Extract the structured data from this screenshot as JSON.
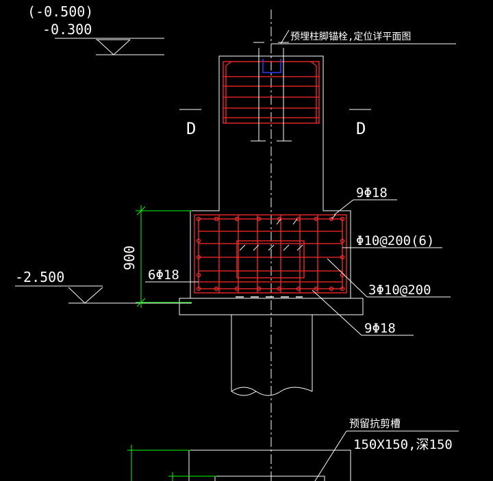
{
  "drawing": {
    "elevations": {
      "top_paren": "(-0.500)",
      "top": "-0.300",
      "bottom": "-2.500"
    },
    "section_marks": {
      "left": "D",
      "right": "D"
    },
    "dimension": "900",
    "notes": {
      "anchor_bolt": "预埋柱脚锚栓,定位详平面图",
      "top_bars": "9Φ18",
      "stirrups": "Φ10@200(6)",
      "side_bars": "6Φ18",
      "tie_bars": "3Φ10@200",
      "bottom_bars": "9Φ18",
      "shear_slot_title": "预留抗剪槽",
      "shear_slot_size": "150X150,深150"
    },
    "colors": {
      "background": "#000000",
      "outline": "#ffffff",
      "rebar": "#ff2a2a",
      "dimension": "#00ff00",
      "anchor": "#2f3bff"
    }
  }
}
